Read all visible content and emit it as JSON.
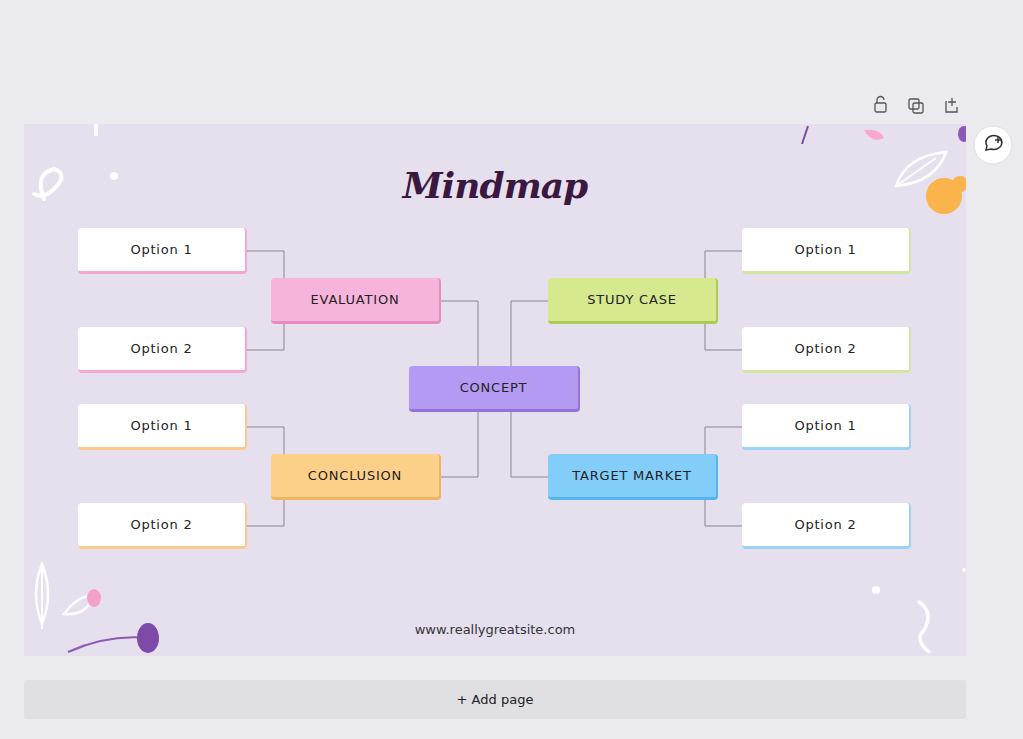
{
  "diagram": {
    "title": "Mindmap",
    "nodes": [
      {
        "text": [
          "Option 1"
        ]
      },
      {
        "text": [
          "Option 1"
        ]
      },
      {
        "text": [
          "EVALUATION"
        ]
      },
      {
        "text": [
          "STUDY CASE"
        ]
      },
      {
        "text": [
          "Option 2"
        ]
      },
      {
        "text": [
          "Option 2"
        ]
      },
      {
        "text": [
          "CONCEPT"
        ]
      },
      {
        "text": [
          "Option 1"
        ]
      },
      {
        "text": [
          "Option 1"
        ]
      },
      {
        "text": [
          "CONCLUSION"
        ]
      },
      {
        "text": [
          "TARGET MARKET"
        ]
      },
      {
        "text": [
          "Option 2"
        ]
      },
      {
        "text": [
          "Option 2"
        ]
      }
    ],
    "edges": [
      {
        "from": 6,
        "to": 2,
        "arrow": "none"
      },
      {
        "from": 6,
        "to": 3,
        "arrow": "none"
      },
      {
        "from": 6,
        "to": 9,
        "arrow": "none"
      },
      {
        "from": 6,
        "to": 10,
        "arrow": "none"
      },
      {
        "from": 2,
        "to": 0,
        "arrow": "none"
      },
      {
        "from": 2,
        "to": 4,
        "arrow": "none"
      },
      {
        "from": 3,
        "to": 1,
        "arrow": "none"
      },
      {
        "from": 3,
        "to": 5,
        "arrow": "none"
      },
      {
        "from": 9,
        "to": 7,
        "arrow": "none"
      },
      {
        "from": 9,
        "to": 11,
        "arrow": "none"
      },
      {
        "from": 10,
        "to": 8,
        "arrow": "none"
      },
      {
        "from": 10,
        "to": 12,
        "arrow": "none"
      }
    ],
    "labels": [
      "www.reallygreatsite.com",
      "+ Add page"
    ]
  }
}
